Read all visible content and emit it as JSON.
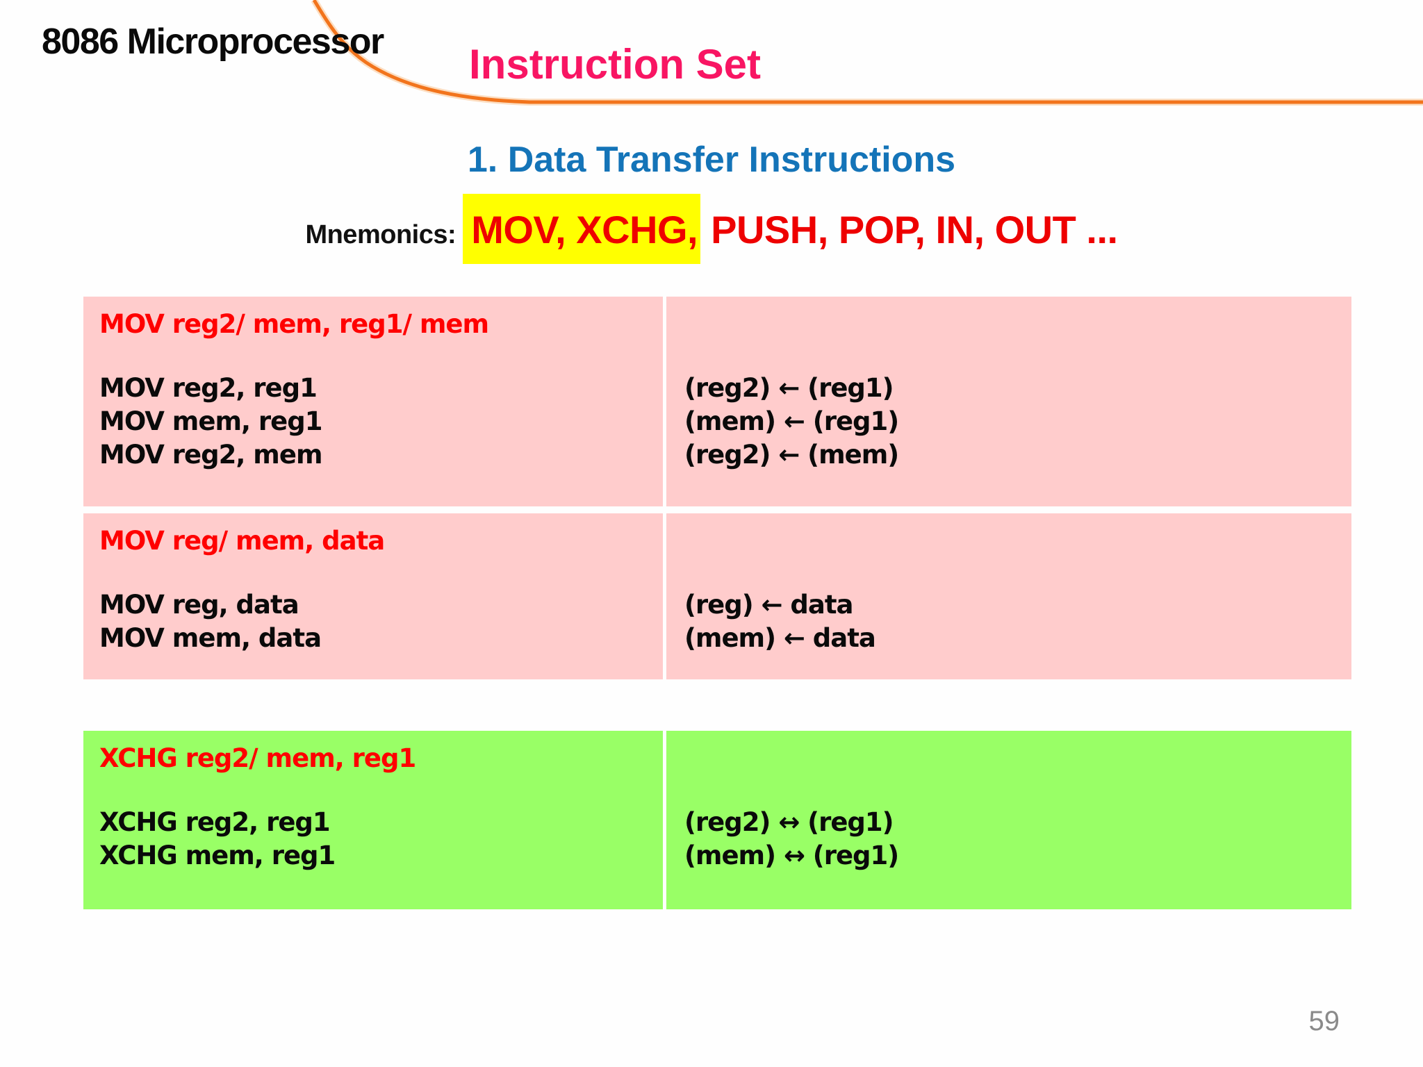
{
  "header": {
    "course_title": "8086 Microprocessor",
    "slide_title": "Instruction Set"
  },
  "section": {
    "heading": "1. Data Transfer Instructions"
  },
  "mnemonics": {
    "label": "Mnemonics: ",
    "highlighted": "MOV, XCHG,",
    "rest": " PUSH, POP, IN, OUT ..."
  },
  "tables": [
    {
      "header": "MOV reg2/ mem, reg1/ mem",
      "rows": [
        {
          "left": "MOV reg2, reg1",
          "right": "(reg2) ← (reg1)"
        },
        {
          "left": "MOV mem, reg1",
          "right": "(mem) ← (reg1)"
        },
        {
          "left": "MOV reg2, mem",
          "right": "(reg2) ← (mem)"
        }
      ]
    },
    {
      "header": "MOV reg/ mem, data",
      "rows": [
        {
          "left": "MOV reg, data",
          "right": "(reg) ← data"
        },
        {
          "left": "MOV mem, data",
          "right": "(mem) ← data"
        }
      ]
    },
    {
      "header": "XCHG reg2/ mem, reg1",
      "rows": [
        {
          "left": "XCHG reg2, reg1",
          "right": "(reg2) ↔ (reg1)"
        },
        {
          "left": "XCHG mem, reg1",
          "right": "(mem) ↔ (reg1)"
        }
      ]
    }
  ],
  "footer": {
    "page_number": "59"
  },
  "colors": {
    "slide_title": "#f81563",
    "section_heading": "#1474b8",
    "mnemonic_red": "#ee0000",
    "highlight_yellow": "#ffff00",
    "table_pink": "#ffcccc",
    "table_green": "#99ff66",
    "table_header_red": "#ff0000",
    "swoosh_orange": "#f2741c"
  }
}
